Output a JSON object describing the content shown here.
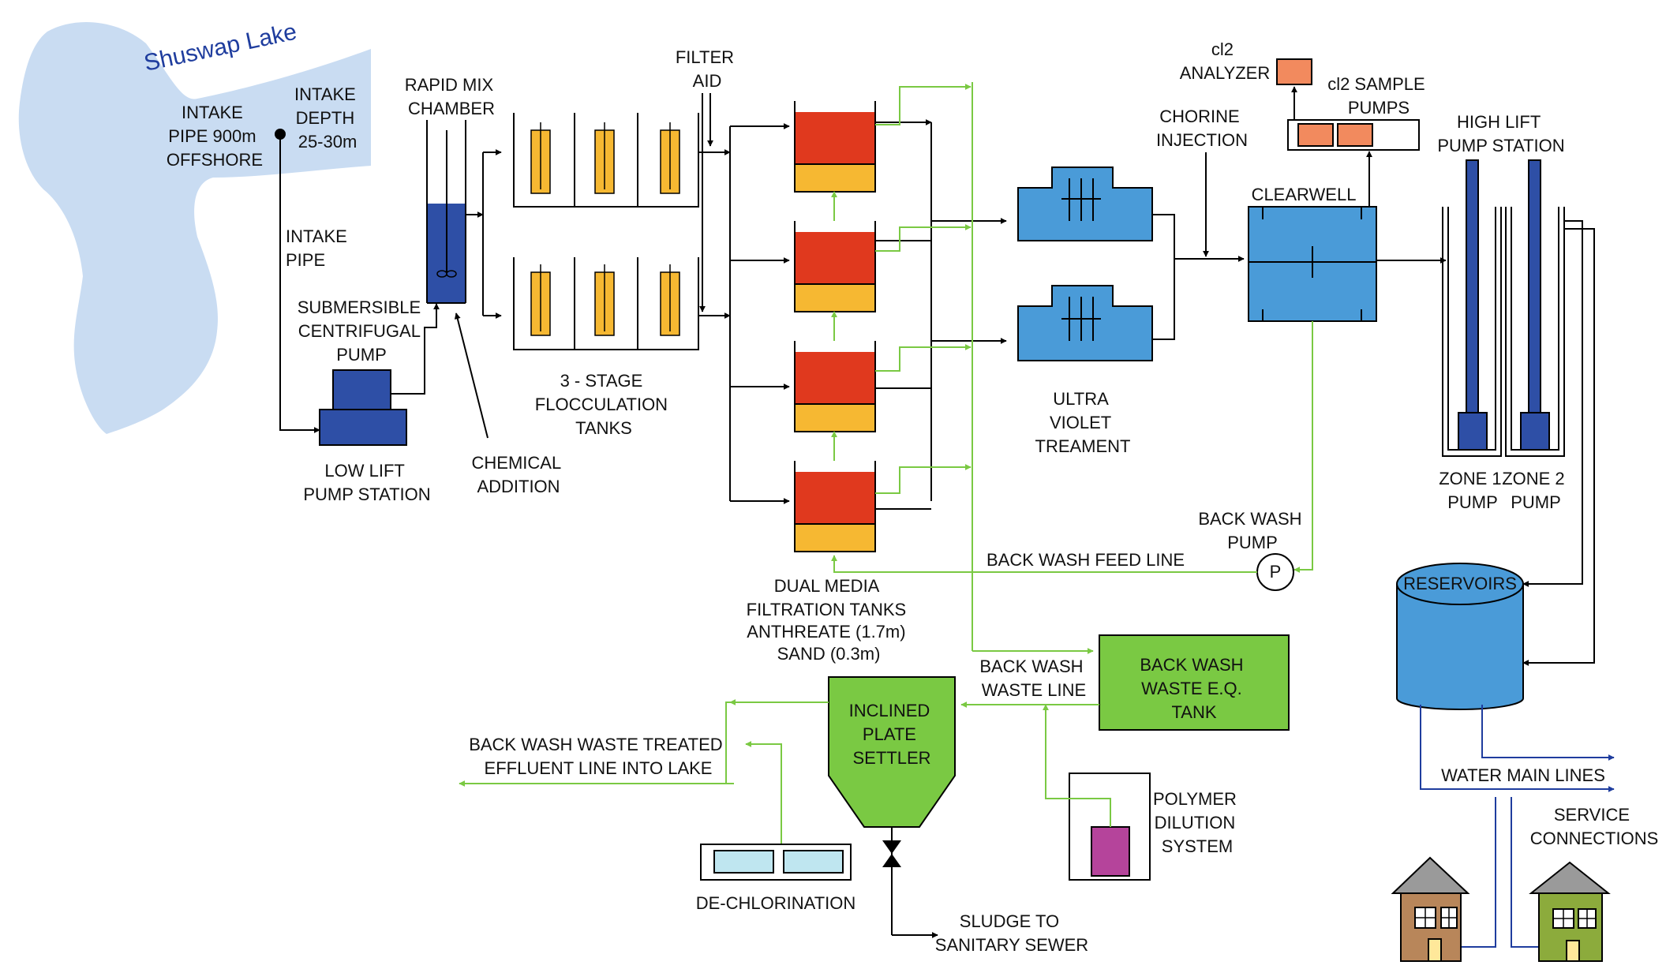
{
  "colors": {
    "lake": "#c9dcf2",
    "pump_dark_blue": "#2e4fa6",
    "flocc_yellow": "#f6b832",
    "filter_red": "#e0391e",
    "filter_yellow": "#f6b832",
    "process_blue": "#4a9bd8",
    "analyzer_salmon": "#f28a5e",
    "waste_green": "#7ac943",
    "polymer_magenta": "#b5449b",
    "dechlor_light_blue": "#bfe6f0",
    "house_brown": "#b8865a",
    "house_green": "#8cab3c",
    "roof_gray": "#9a9a9a",
    "water_main_blue": "#1f3d9e",
    "flow_black": "#000000"
  },
  "labels": {
    "lake_name": "Shuswap Lake",
    "intake_pipe_offshore": [
      "INTAKE",
      "PIPE 900m",
      "OFFSHORE"
    ],
    "intake_depth": [
      "INTAKE",
      "DEPTH",
      "25-30m"
    ],
    "intake_pipe": [
      "INTAKE",
      "PIPE"
    ],
    "submersible_pump": [
      "SUBMERSIBLE",
      "CENTRIFUGAL",
      "PUMP"
    ],
    "low_lift": [
      "LOW LIFT",
      "PUMP STATION"
    ],
    "rapid_mix": [
      "RAPID MIX",
      "CHAMBER"
    ],
    "chemical_addition": [
      "CHEMICAL",
      "ADDITION"
    ],
    "flocculation": [
      "3 - STAGE",
      "FLOCCULATION",
      "TANKS"
    ],
    "filter_aid": [
      "FILTER",
      "AID"
    ],
    "dual_media": [
      "DUAL MEDIA",
      "FILTRATION TANKS",
      "ANTHREATE (1.7m)",
      "SAND (0.3m)"
    ],
    "uv": [
      "ULTRA",
      "VIOLET",
      "TREAMENT"
    ],
    "chlorine_injection": [
      "CHORINE",
      "INJECTION"
    ],
    "cl2_analyzer": [
      "cl2",
      "ANALYZER"
    ],
    "cl2_sample_pumps": [
      "cl2 SAMPLE",
      "PUMPS"
    ],
    "clearwell": "CLEARWELL",
    "high_lift": [
      "HIGH LIFT",
      "PUMP STATION"
    ],
    "zone1": [
      "ZONE 1",
      "PUMP"
    ],
    "zone2": [
      "ZONE 2",
      "PUMP"
    ],
    "back_wash_pump": [
      "BACK WASH",
      "PUMP"
    ],
    "pump_symbol": "P",
    "back_wash_feed_line": "BACK WASH FEED LINE",
    "back_wash_waste_line": [
      "BACK WASH",
      "WASTE LINE"
    ],
    "back_wash_eq_tank": [
      "BACK WASH",
      "WASTE E.Q.",
      "TANK"
    ],
    "inclined_plate_settler": [
      "INCLINED",
      "PLATE",
      "SETTLER"
    ],
    "treated_effluent": [
      "BACK WASH WASTE TREATED",
      "EFFLUENT LINE INTO LAKE"
    ],
    "dechlorination": "DE-CHLORINATION",
    "polymer": [
      "POLYMER",
      "DILUTION",
      "SYSTEM"
    ],
    "sludge": [
      "SLUDGE TO",
      "SANITARY SEWER"
    ],
    "reservoirs": "RESERVOIRS",
    "water_main_lines": "WATER MAIN LINES",
    "service_connections": [
      "SERVICE",
      "CONNECTIONS"
    ]
  }
}
